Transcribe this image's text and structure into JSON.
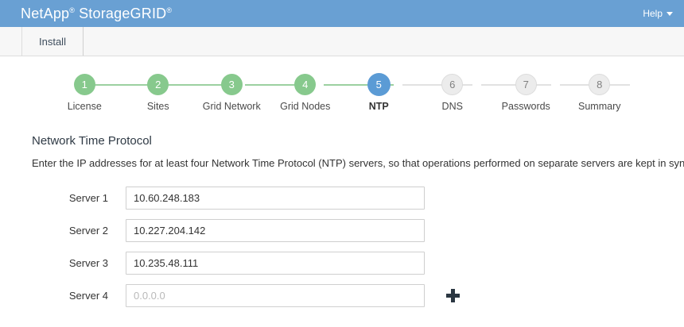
{
  "header": {
    "brand_name": "NetApp",
    "brand_product": "StorageGRID",
    "registered_mark": "®",
    "help_label": "Help",
    "background_color": "#69a0d3"
  },
  "tabs": [
    {
      "label": "Install",
      "active": true
    }
  ],
  "wizard": {
    "steps": [
      {
        "number": "1",
        "label": "License",
        "state": "done"
      },
      {
        "number": "2",
        "label": "Sites",
        "state": "done"
      },
      {
        "number": "3",
        "label": "Grid Network",
        "state": "done"
      },
      {
        "number": "4",
        "label": "Grid Nodes",
        "state": "done"
      },
      {
        "number": "5",
        "label": "NTP",
        "state": "active"
      },
      {
        "number": "6",
        "label": "DNS",
        "state": "todo"
      },
      {
        "number": "7",
        "label": "Passwords",
        "state": "todo"
      },
      {
        "number": "8",
        "label": "Summary",
        "state": "todo"
      }
    ],
    "done_color": "#87c98d",
    "active_color": "#5b9bd5",
    "todo_color": "#ececec"
  },
  "main": {
    "title": "Network Time Protocol",
    "description": "Enter the IP addresses for at least four Network Time Protocol (NTP) servers, so that operations performed on separate servers are kept in sync.",
    "servers": [
      {
        "label": "Server 1",
        "value": "10.60.248.183",
        "placeholder": "0.0.0.0"
      },
      {
        "label": "Server 2",
        "value": "10.227.204.142",
        "placeholder": "0.0.0.0"
      },
      {
        "label": "Server 3",
        "value": "10.235.48.111",
        "placeholder": "0.0.0.0"
      },
      {
        "label": "Server 4",
        "value": "",
        "placeholder": "0.0.0.0"
      }
    ],
    "add_button_icon": "plus-icon"
  }
}
